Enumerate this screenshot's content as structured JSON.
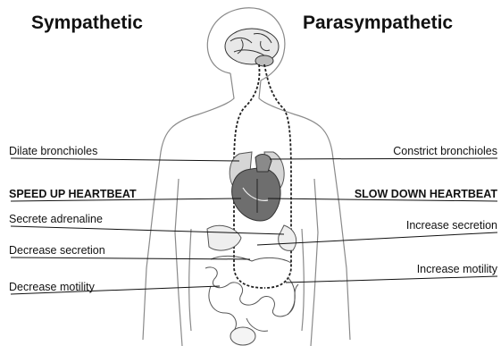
{
  "headings": {
    "left": "Sympathetic",
    "right": "Parasympathetic"
  },
  "sympathetic_effects": [
    "Dilate bronchioles",
    "SPEED UP HEARTBEAT",
    "Secrete adrenaline",
    "Decrease secretion",
    "Decrease motility"
  ],
  "parasympathetic_effects": [
    "Constrict bronchioles",
    "SLOW DOWN HEARTBEAT",
    "Increase secretion",
    "Increase motility"
  ],
  "colors": {
    "ink": "#111111",
    "body_outline": "#8a8a8a",
    "heart": "#6e6e6e",
    "nerve": "#222222"
  }
}
